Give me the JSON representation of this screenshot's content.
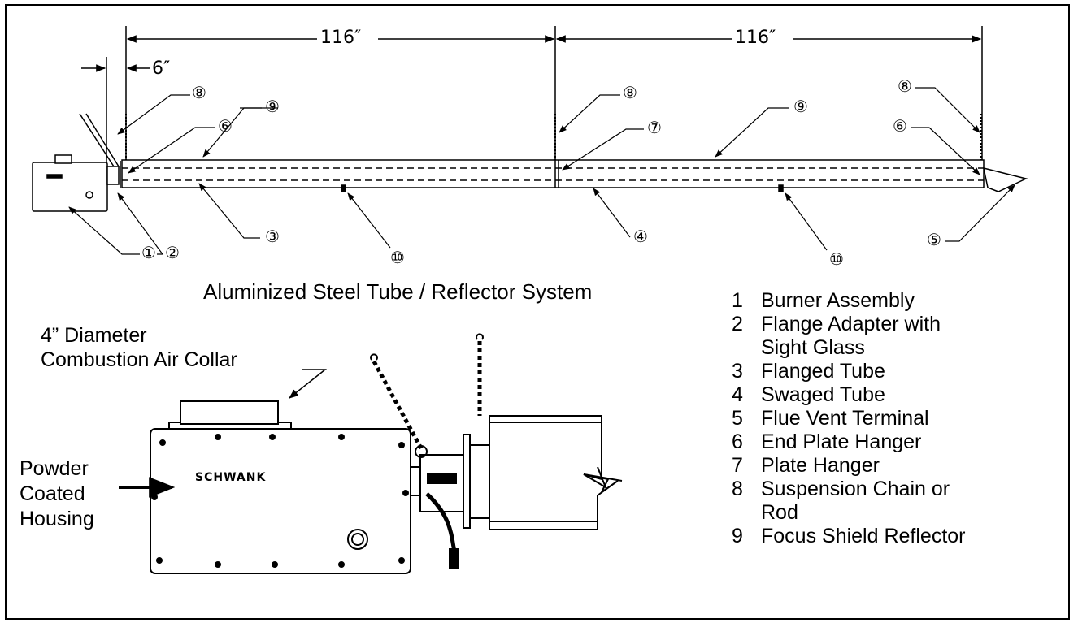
{
  "dimensions": {
    "span1": "116″",
    "span2": "116″",
    "offset": "6″"
  },
  "callouts": {
    "c1": "①",
    "c2": "②",
    "c3": "③",
    "c4": "④",
    "c5": "⑤",
    "c6a": "⑥",
    "c6b": "⑥",
    "c7": "⑦",
    "c8a": "⑧",
    "c8b": "⑧",
    "c8c": "⑧",
    "c9a": "⑨",
    "c9b": "⑨",
    "c10a": "⑩",
    "c10b": "⑩"
  },
  "system_title": "Aluminized Steel Tube / Reflector System",
  "collar_label": {
    "line1": "4” Diameter",
    "line2": "Combustion Air Collar"
  },
  "housing_label": {
    "line1": "Powder",
    "line2": "Coated",
    "line3": "Housing"
  },
  "brand": "SCHWANK",
  "legend": [
    {
      "num": "1",
      "text": "Burner Assembly"
    },
    {
      "num": "2",
      "text": "Flange Adapter with"
    },
    {
      "num": "",
      "text": "Sight Glass"
    },
    {
      "num": "3",
      "text": "Flanged Tube"
    },
    {
      "num": "4",
      "text": "Swaged Tube"
    },
    {
      "num": "5",
      "text": "Flue Vent Terminal"
    },
    {
      "num": "6",
      "text": "End Plate Hanger"
    },
    {
      "num": "7",
      "text": "Plate Hanger"
    },
    {
      "num": "8",
      "text": "Suspension Chain or"
    },
    {
      "num": "",
      "text": "Rod"
    },
    {
      "num": "9",
      "text": "Focus Shield Reflector"
    }
  ]
}
